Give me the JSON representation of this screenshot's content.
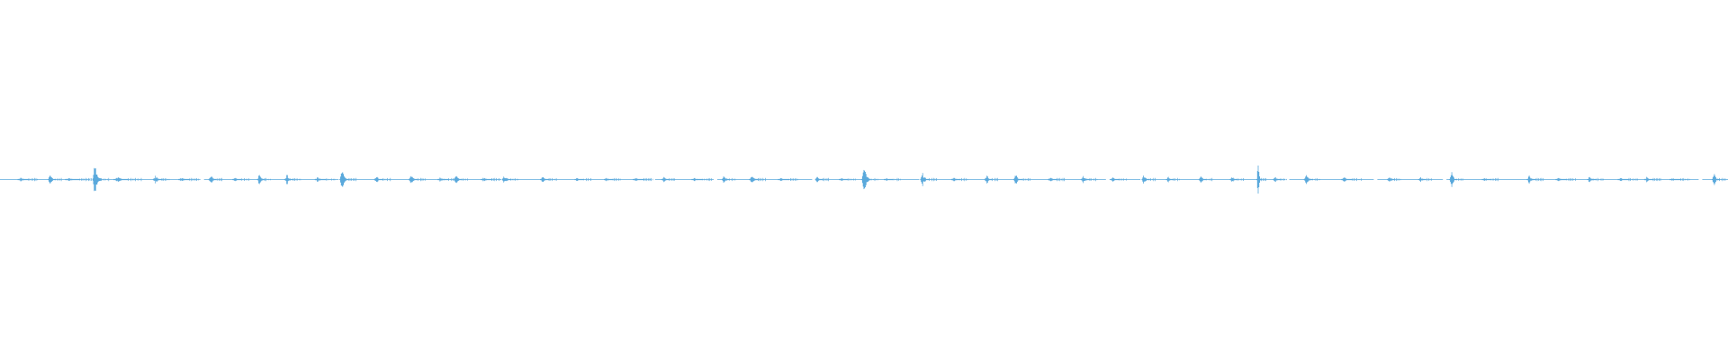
{
  "waveform": {
    "color": "#5aa9dc",
    "background": "#ffffff",
    "bursts": [
      [
        0.012,
        0.12,
        0.15
      ],
      [
        0.029,
        0.3,
        0.1
      ],
      [
        0.04,
        0.1,
        0.2
      ],
      [
        0.055,
        0.95,
        0.12
      ],
      [
        0.068,
        0.14,
        0.2
      ],
      [
        0.09,
        0.22,
        0.12
      ],
      [
        0.105,
        0.1,
        0.15
      ],
      [
        0.122,
        0.28,
        0.1
      ],
      [
        0.136,
        0.14,
        0.12
      ],
      [
        0.15,
        0.3,
        0.1
      ],
      [
        0.166,
        0.32,
        0.12
      ],
      [
        0.184,
        0.15,
        0.15
      ],
      [
        0.198,
        0.55,
        0.12
      ],
      [
        0.218,
        0.18,
        0.12
      ],
      [
        0.238,
        0.26,
        0.12
      ],
      [
        0.255,
        0.14,
        0.15
      ],
      [
        0.264,
        0.28,
        0.1
      ],
      [
        0.28,
        0.12,
        0.15
      ],
      [
        0.292,
        0.24,
        0.12
      ],
      [
        0.314,
        0.18,
        0.12
      ],
      [
        0.334,
        0.12,
        0.12
      ],
      [
        0.351,
        0.1,
        0.12
      ],
      [
        0.368,
        0.08,
        0.15
      ],
      [
        0.384,
        0.2,
        0.1
      ],
      [
        0.402,
        0.1,
        0.15
      ],
      [
        0.419,
        0.34,
        0.1
      ],
      [
        0.435,
        0.26,
        0.12
      ],
      [
        0.452,
        0.08,
        0.15
      ],
      [
        0.473,
        0.18,
        0.1
      ],
      [
        0.487,
        0.12,
        0.12
      ],
      [
        0.5,
        0.8,
        0.12
      ],
      [
        0.513,
        0.1,
        0.12
      ],
      [
        0.534,
        0.4,
        0.12
      ],
      [
        0.552,
        0.14,
        0.12
      ],
      [
        0.571,
        0.32,
        0.1
      ],
      [
        0.588,
        0.34,
        0.12
      ],
      [
        0.608,
        0.16,
        0.12
      ],
      [
        0.627,
        0.2,
        0.12
      ],
      [
        0.644,
        0.12,
        0.12
      ],
      [
        0.662,
        0.3,
        0.1
      ],
      [
        0.676,
        0.2,
        0.1
      ],
      [
        0.695,
        0.22,
        0.1
      ],
      [
        0.713,
        0.18,
        0.1
      ],
      [
        0.728,
        0.95,
        0.05
      ],
      [
        0.738,
        0.2,
        0.1
      ],
      [
        0.756,
        0.26,
        0.12
      ],
      [
        0.778,
        0.12,
        0.15
      ],
      [
        0.804,
        0.26,
        0.1
      ],
      [
        0.822,
        0.18,
        0.1
      ],
      [
        0.84,
        0.45,
        0.1
      ],
      [
        0.859,
        0.14,
        0.12
      ],
      [
        0.885,
        0.24,
        0.12
      ],
      [
        0.902,
        0.1,
        0.15
      ],
      [
        0.92,
        0.22,
        0.12
      ],
      [
        0.938,
        0.1,
        0.15
      ],
      [
        0.953,
        0.14,
        0.12
      ],
      [
        0.968,
        0.08,
        0.15
      ],
      [
        0.992,
        0.34,
        0.1
      ]
    ],
    "gaps": [
      0.052,
      0.116,
      0.196,
      0.29,
      0.377,
      0.413,
      0.47,
      0.532,
      0.64,
      0.66,
      0.744,
      0.795,
      0.835,
      0.983
    ]
  }
}
